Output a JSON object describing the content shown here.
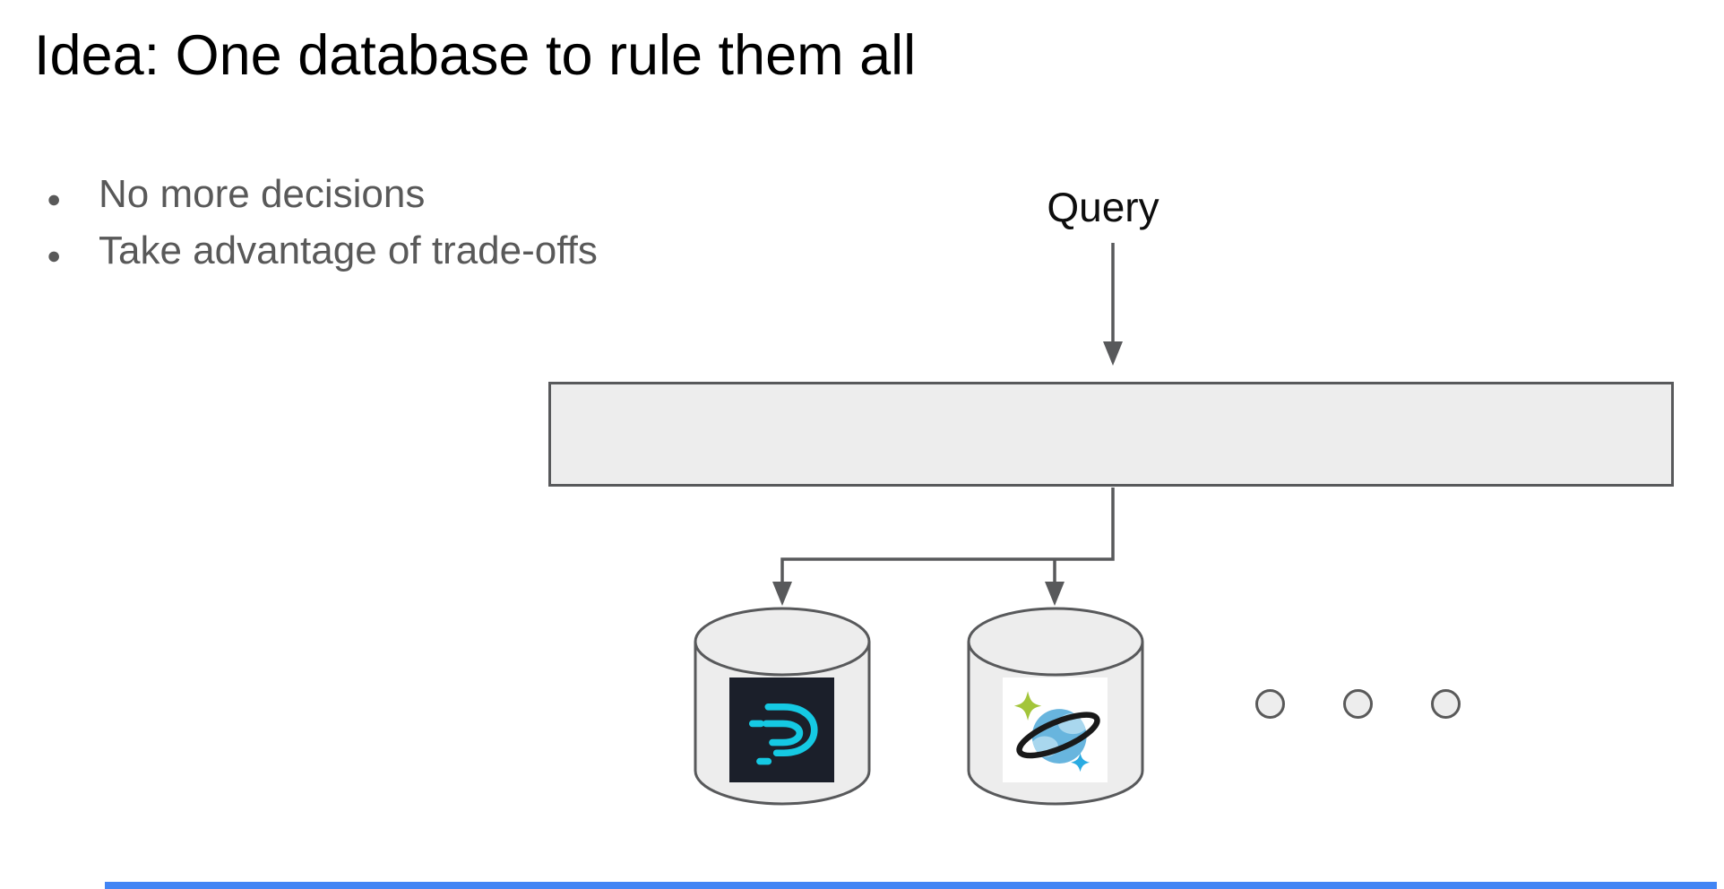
{
  "slide": {
    "title": "Idea: One database to rule them all",
    "bullets": {
      "glyph": "●",
      "items": [
        "No more decisions",
        "Take advantage of trade-offs"
      ]
    },
    "diagram": {
      "query_label": "Query",
      "router_box_label": "",
      "databases": [
        {
          "logo": "dragonfly-logo"
        },
        {
          "logo": "azure-cosmos-db-logo"
        }
      ],
      "ellipsis_dot_count": 3
    },
    "colors": {
      "title_text": "#000000",
      "bullet_text": "#595959",
      "shape_fill": "#ededed",
      "shape_border": "#58595b",
      "connector": "#58595b",
      "accent_bar": "#4285f4",
      "dragonfly_bg": "#1b1f2a",
      "dragonfly_accent": "#15c9e3",
      "cosmos_bg": "#ffffff",
      "cosmos_planet": "#68b5de",
      "cosmos_planet_light": "#a9d7ee",
      "cosmos_ring": "#191919",
      "cosmos_star_green": "#a3c53a",
      "cosmos_star_blue": "#2aabe2"
    }
  }
}
